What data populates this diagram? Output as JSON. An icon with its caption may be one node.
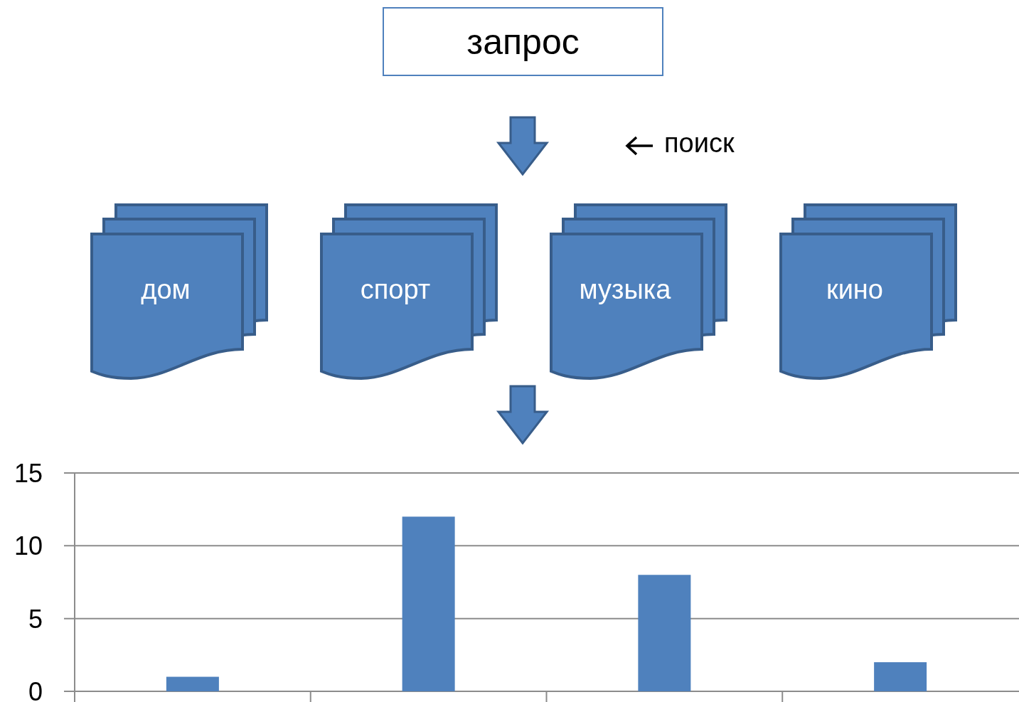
{
  "diagram": {
    "nodes": [
      {
        "text": [
          "запрос"
        ]
      },
      {
        "text": [
          "дом"
        ]
      },
      {
        "text": [
          "спорт"
        ]
      },
      {
        "text": [
          "музыка"
        ]
      },
      {
        "text": [
          "кино"
        ]
      }
    ],
    "labels": [
      "поиск"
    ],
    "chart_data": {
      "type": "bar",
      "values": [
        1,
        12,
        8,
        2
      ],
      "ylim": [
        0,
        15
      ],
      "yticks": [
        0,
        5,
        10,
        15
      ]
    }
  }
}
